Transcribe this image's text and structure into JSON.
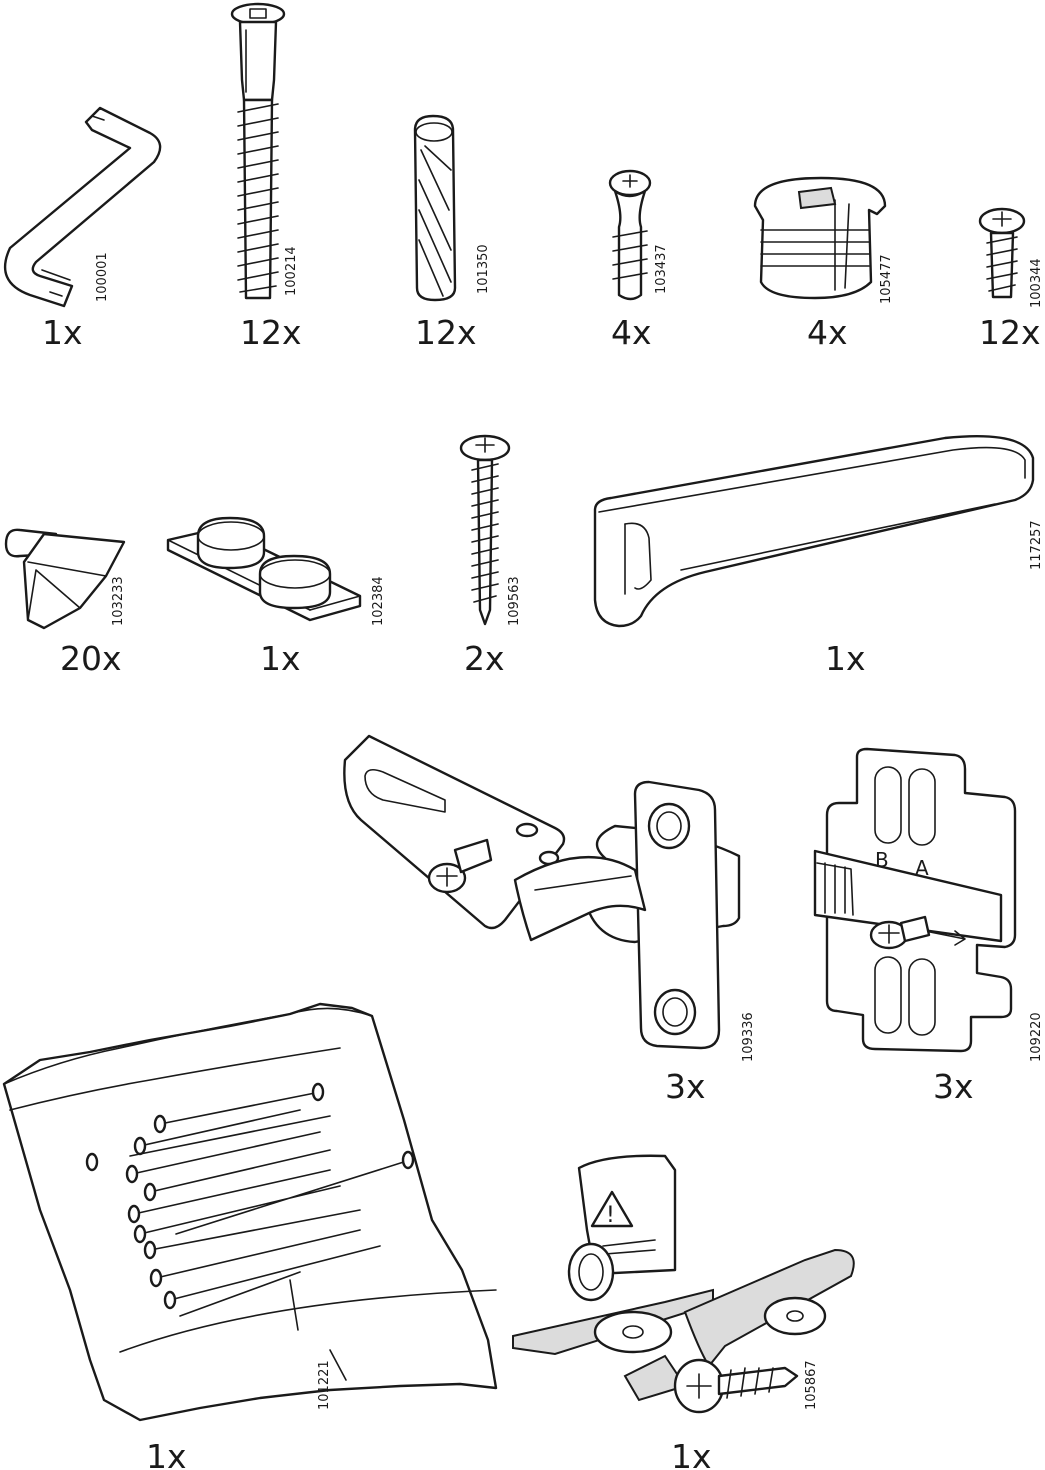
{
  "colors": {
    "ink": "#1a1a1a",
    "paper": "#ffffff"
  },
  "parts": [
    {
      "id": "allen-key",
      "icon": "allen-key-icon",
      "code": "100001",
      "quantity": "1x"
    },
    {
      "id": "cam-bolt",
      "icon": "cam-bolt-icon",
      "code": "100214",
      "quantity": "12x"
    },
    {
      "id": "wood-dowel",
      "icon": "wood-dowel-icon",
      "code": "101350",
      "quantity": "12x"
    },
    {
      "id": "cam-stud",
      "icon": "cam-stud-icon",
      "code": "103437",
      "quantity": "4x"
    },
    {
      "id": "cam-lock",
      "icon": "cam-lock-icon",
      "code": "105477",
      "quantity": "4x"
    },
    {
      "id": "small-screw",
      "icon": "small-screw-icon",
      "code": "100344",
      "quantity": "12x"
    },
    {
      "id": "shelf-support",
      "icon": "shelf-support-icon",
      "code": "103233",
      "quantity": "20x"
    },
    {
      "id": "bumper-pads",
      "icon": "bumper-pads-icon",
      "code": "102384",
      "quantity": "1x"
    },
    {
      "id": "long-screw",
      "icon": "long-screw-icon",
      "code": "109563",
      "quantity": "2x"
    },
    {
      "id": "handle",
      "icon": "handle-icon",
      "code": "117257",
      "quantity": "1x"
    },
    {
      "id": "hinge",
      "icon": "hinge-icon",
      "code": "109336",
      "quantity": "3x"
    },
    {
      "id": "mounting-plate",
      "icon": "mounting-plate-icon",
      "code": "109220",
      "quantity": "3x"
    },
    {
      "id": "nail-bag",
      "icon": "nail-bag-icon",
      "code": "101221",
      "quantity": "1x"
    },
    {
      "id": "wall-fixing-kit",
      "icon": "wall-fixing-kit-icon",
      "code": "105867",
      "quantity": "1x"
    }
  ],
  "mounting_plate_letters": {
    "b": "B",
    "a": "A"
  }
}
